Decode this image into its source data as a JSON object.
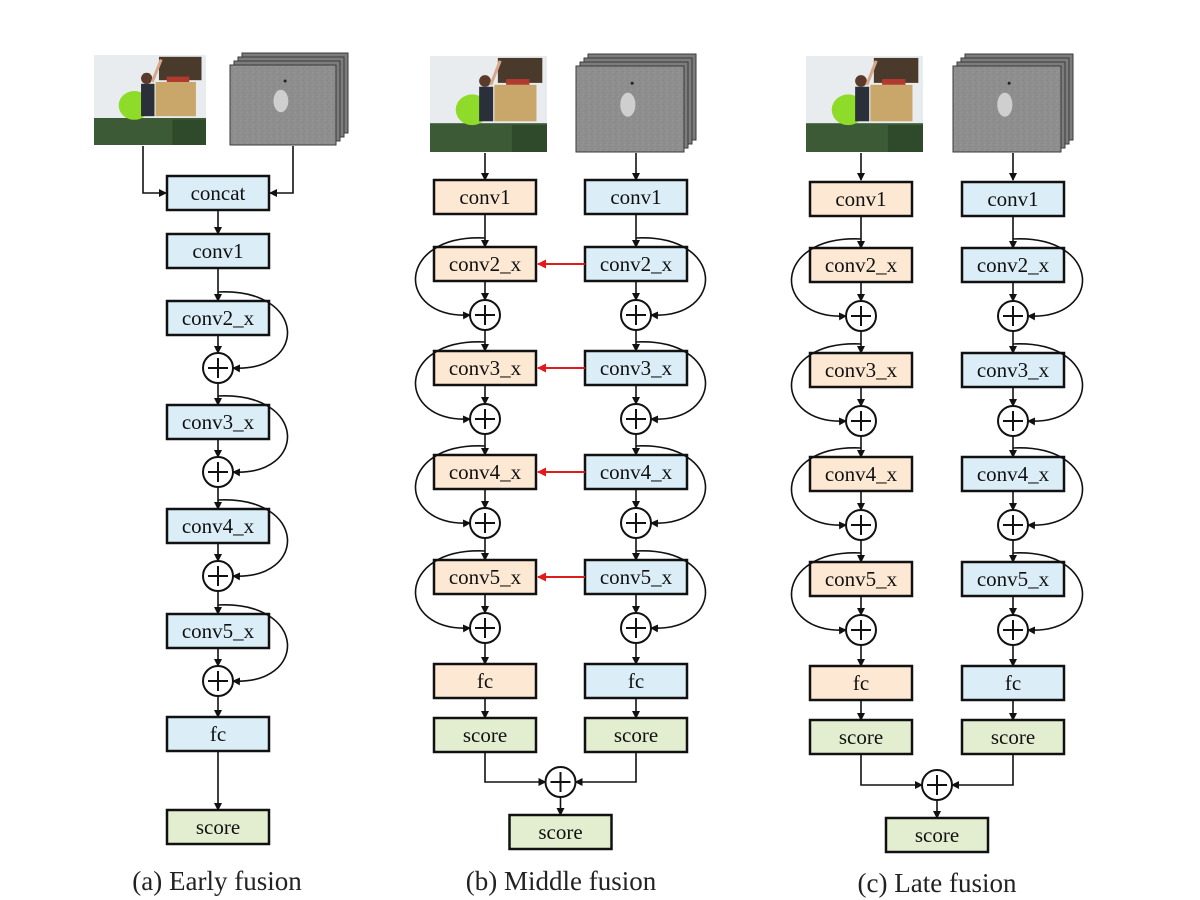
{
  "colors": {
    "rgb_block": "#fde9d3",
    "depth_block": "#dbeef8",
    "score_block": "#e3edcf",
    "border": "#111111",
    "fusion_arrow": "#e01b1b"
  },
  "panels": [
    {
      "id": "early",
      "caption": "(a) Early fusion",
      "inputs": [
        "rgb-frame",
        "depth-frame-stack"
      ],
      "concat": "concat",
      "stream": {
        "blocks": [
          "conv1",
          "conv2_x",
          "conv3_x",
          "conv4_x",
          "conv5_x",
          "fc"
        ],
        "score": "score"
      }
    },
    {
      "id": "middle",
      "caption": "(b) Middle fusion",
      "inputs": [
        "rgb-frame",
        "depth-frame-stack"
      ],
      "rgb_stream": {
        "blocks": [
          "conv1",
          "conv2_x",
          "conv3_x",
          "conv4_x",
          "conv5_x",
          "fc"
        ],
        "score": "score"
      },
      "depth_stream": {
        "blocks": [
          "conv1",
          "conv2_x",
          "conv3_x",
          "conv4_x",
          "conv5_x",
          "fc"
        ],
        "score": "score"
      },
      "cross_connections": [
        "conv2_x",
        "conv3_x",
        "conv4_x",
        "conv5_x"
      ],
      "final_score": "score"
    },
    {
      "id": "late",
      "caption": "(c) Late fusion",
      "inputs": [
        "rgb-frame",
        "depth-frame-stack"
      ],
      "rgb_stream": {
        "blocks": [
          "conv1",
          "conv2_x",
          "conv3_x",
          "conv4_x",
          "conv5_x",
          "fc"
        ],
        "score": "score"
      },
      "depth_stream": {
        "blocks": [
          "conv1",
          "conv2_x",
          "conv3_x",
          "conv4_x",
          "conv5_x",
          "fc"
        ],
        "score": "score"
      },
      "final_score": "score"
    }
  ]
}
